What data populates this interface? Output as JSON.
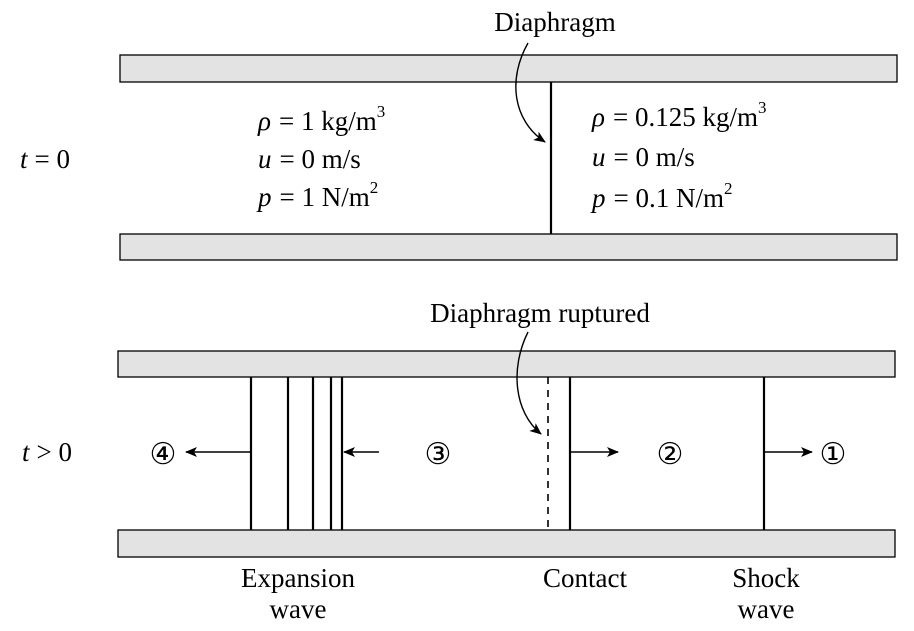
{
  "panel_top": {
    "time_var": "t",
    "time_rel": "= 0",
    "diaphragm_label": "Diaphragm",
    "left_state": [
      {
        "sym": "ρ",
        "rest": "= 1 kg/m",
        "sup": "3"
      },
      {
        "sym": "u",
        "rest": "= 0 m/s",
        "sup": ""
      },
      {
        "sym": "p",
        "rest": "= 1 N/m",
        "sup": "2"
      }
    ],
    "right_state": [
      {
        "sym": "ρ",
        "rest": "= 0.125 kg/m",
        "sup": "3"
      },
      {
        "sym": "u",
        "rest": "= 0 m/s",
        "sup": ""
      },
      {
        "sym": "p",
        "rest": "= 0.1 N/m",
        "sup": "2"
      }
    ]
  },
  "panel_bottom": {
    "time_var": "t",
    "time_rel": "> 0",
    "ruptured_label": "Diaphragm ruptured",
    "regions": [
      "④",
      "③",
      "②",
      "①"
    ],
    "expansion_label": [
      "Expansion",
      "wave"
    ],
    "contact_label": "Contact",
    "shock_label": [
      "Shock",
      "wave"
    ]
  }
}
